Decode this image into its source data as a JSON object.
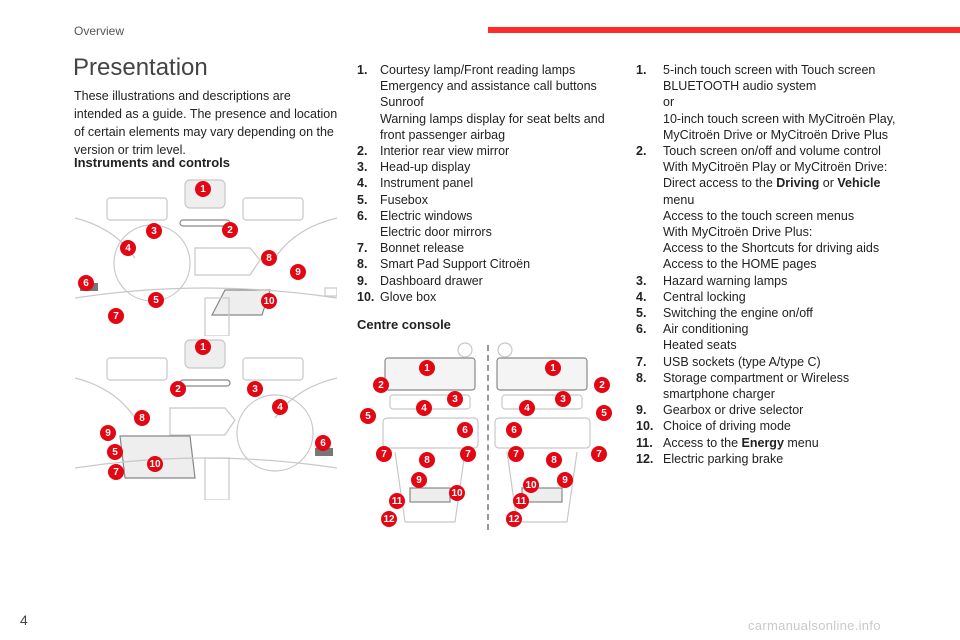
{
  "header": {
    "section": "Overview",
    "accent": "#ff2b2b"
  },
  "title": "Presentation",
  "intro": "These illustrations and descriptions are intended as a guide. The presence and location of certain elements may vary depending on the version or trim level.",
  "instruments": {
    "heading": "Instruments and controls",
    "callouts_lhd": [
      "1",
      "2",
      "3",
      "4",
      "5",
      "6",
      "7",
      "8",
      "9",
      "10"
    ],
    "callouts_rhd": [
      "1",
      "2",
      "3",
      "4",
      "5",
      "6",
      "7",
      "8",
      "9",
      "10"
    ],
    "items": [
      {
        "n": "1.",
        "lines": [
          "Courtesy lamp/Front reading lamps",
          "Emergency and assistance call buttons",
          "Sunroof",
          "Warning lamps display for seat belts and",
          "front passenger airbag"
        ]
      },
      {
        "n": "2.",
        "lines": [
          "Interior rear view mirror"
        ]
      },
      {
        "n": "3.",
        "lines": [
          "Head-up display"
        ]
      },
      {
        "n": "4.",
        "lines": [
          "Instrument panel"
        ]
      },
      {
        "n": "5.",
        "lines": [
          "Fusebox"
        ]
      },
      {
        "n": "6.",
        "lines": [
          "Electric windows",
          "Electric door mirrors"
        ]
      },
      {
        "n": "7.",
        "lines": [
          "Bonnet release"
        ]
      },
      {
        "n": "8.",
        "lines": [
          "Smart Pad Support Citroën"
        ]
      },
      {
        "n": "9.",
        "lines": [
          "Dashboard drawer"
        ]
      },
      {
        "n": "10.",
        "lines": [
          "Glove box"
        ]
      }
    ]
  },
  "console": {
    "heading": "Centre console",
    "callouts_left": [
      "1",
      "2",
      "3",
      "4",
      "5",
      "6",
      "7",
      "7",
      "8",
      "9",
      "10",
      "11",
      "12"
    ],
    "callouts_right": [
      "1",
      "2",
      "3",
      "4",
      "5",
      "6",
      "7",
      "7",
      "8",
      "9",
      "10",
      "11",
      "12"
    ],
    "items": [
      {
        "n": "1.",
        "lines": [
          "5-inch touch screen with Touch screen",
          "BLUETOOTH audio system",
          "or",
          "10-inch touch screen with MyCitroën Play,",
          "MyCitroën Drive or MyCitroën Drive Plus"
        ]
      },
      {
        "n": "2.",
        "lines": [
          "Touch screen on/off and volume control",
          "With MyCitroën Play or MyCitroën Drive:",
          "Direct access to the **Driving** or **Vehicle**",
          "menu",
          "Access to the touch screen menus",
          "With MyCitroën Drive Plus:",
          "Access to the Shortcuts for driving aids",
          "Access to the HOME pages"
        ]
      },
      {
        "n": "3.",
        "lines": [
          "Hazard warning lamps"
        ]
      },
      {
        "n": "4.",
        "lines": [
          "Central locking"
        ]
      },
      {
        "n": "5.",
        "lines": [
          "Switching the engine on/off"
        ]
      },
      {
        "n": "6.",
        "lines": [
          "Air conditioning",
          "Heated seats"
        ]
      },
      {
        "n": "7.",
        "lines": [
          "USB sockets (type A/type C)"
        ]
      },
      {
        "n": "8.",
        "lines": [
          "Storage compartment or Wireless",
          "smartphone charger"
        ]
      },
      {
        "n": "9.",
        "lines": [
          "Gearbox or drive selector"
        ]
      },
      {
        "n": "10.",
        "lines": [
          "Choice of driving mode"
        ]
      },
      {
        "n": "11.",
        "lines": [
          "Access to the **Energy** menu"
        ]
      },
      {
        "n": "12.",
        "lines": [
          "Electric parking brake"
        ]
      }
    ]
  },
  "page_number": "4",
  "watermark": "carmanualsonline.info"
}
